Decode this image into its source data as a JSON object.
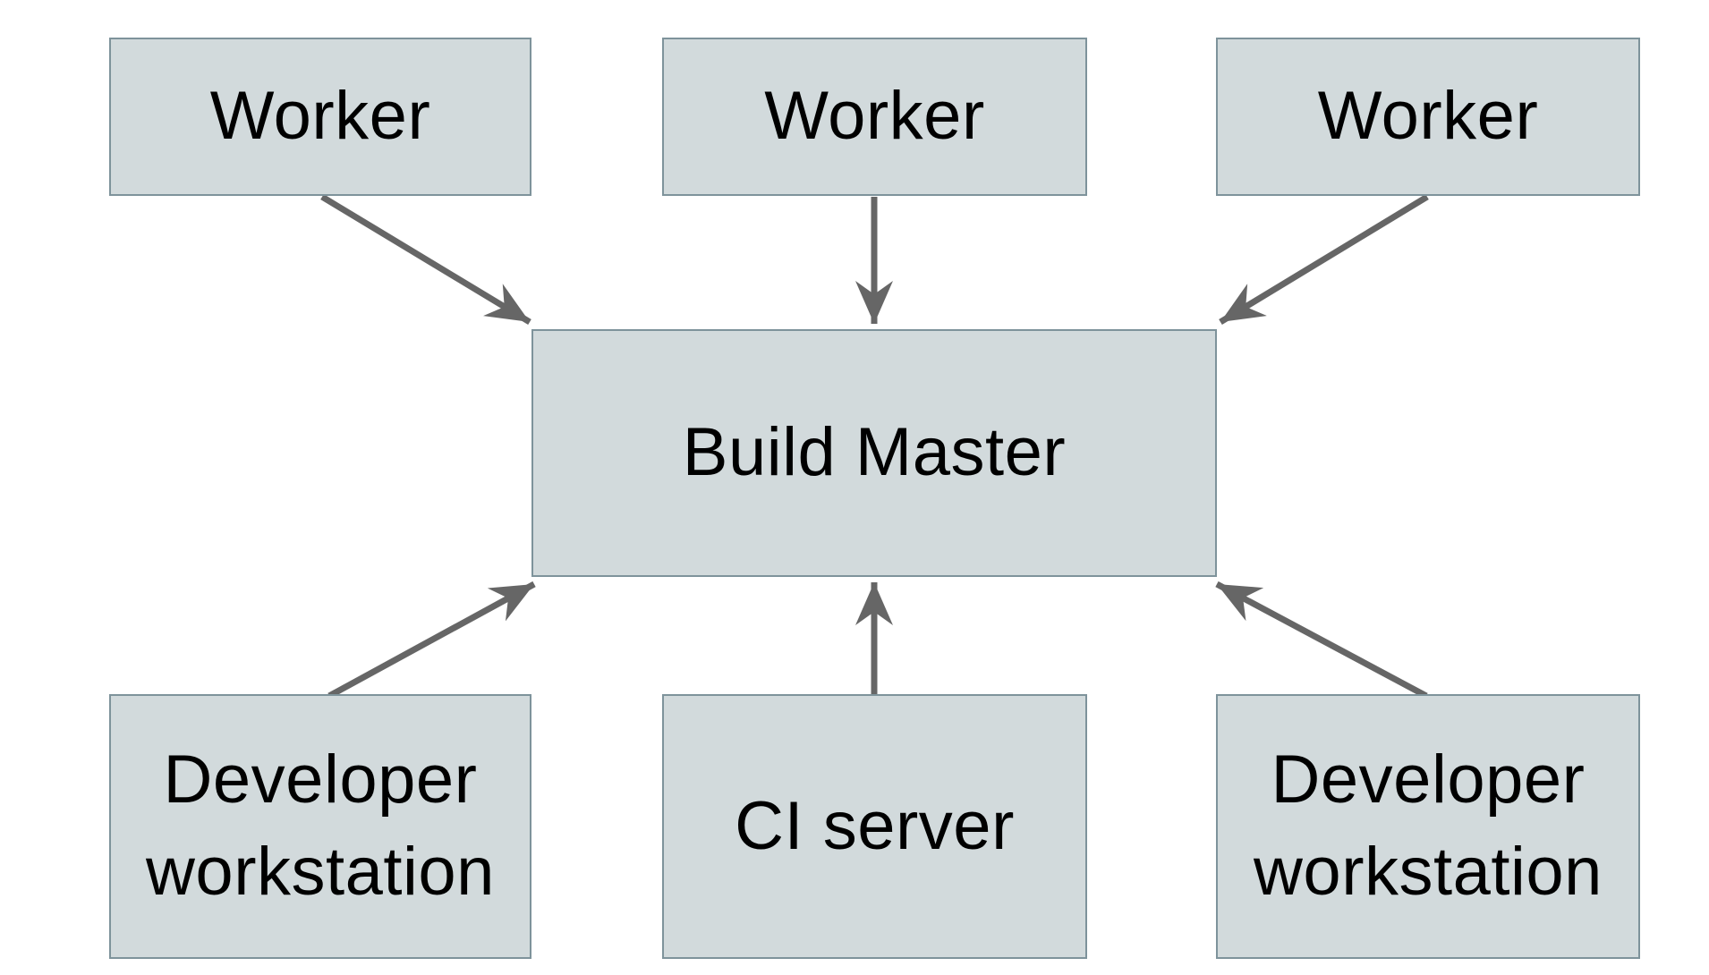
{
  "diagram": {
    "type": "architecture-diagram",
    "colors": {
      "background": "#ffffff",
      "node_fill": "#d2dadc",
      "node_border": "#7e939b",
      "arrow": "#666666",
      "text": "#000000"
    },
    "nodes": [
      {
        "id": "worker-1",
        "label": "Worker"
      },
      {
        "id": "worker-2",
        "label": "Worker"
      },
      {
        "id": "worker-3",
        "label": "Worker"
      },
      {
        "id": "build-master",
        "label": "Build Master"
      },
      {
        "id": "developer-workstation-left",
        "label": "Developer workstation"
      },
      {
        "id": "ci-server",
        "label": "CI server"
      },
      {
        "id": "developer-workstation-right",
        "label": "Developer workstation"
      }
    ],
    "edges": [
      {
        "from": "worker-1",
        "to": "build-master"
      },
      {
        "from": "worker-2",
        "to": "build-master"
      },
      {
        "from": "worker-3",
        "to": "build-master"
      },
      {
        "from": "developer-workstation-left",
        "to": "build-master"
      },
      {
        "from": "ci-server",
        "to": "build-master"
      },
      {
        "from": "developer-workstation-right",
        "to": "build-master"
      }
    ]
  }
}
